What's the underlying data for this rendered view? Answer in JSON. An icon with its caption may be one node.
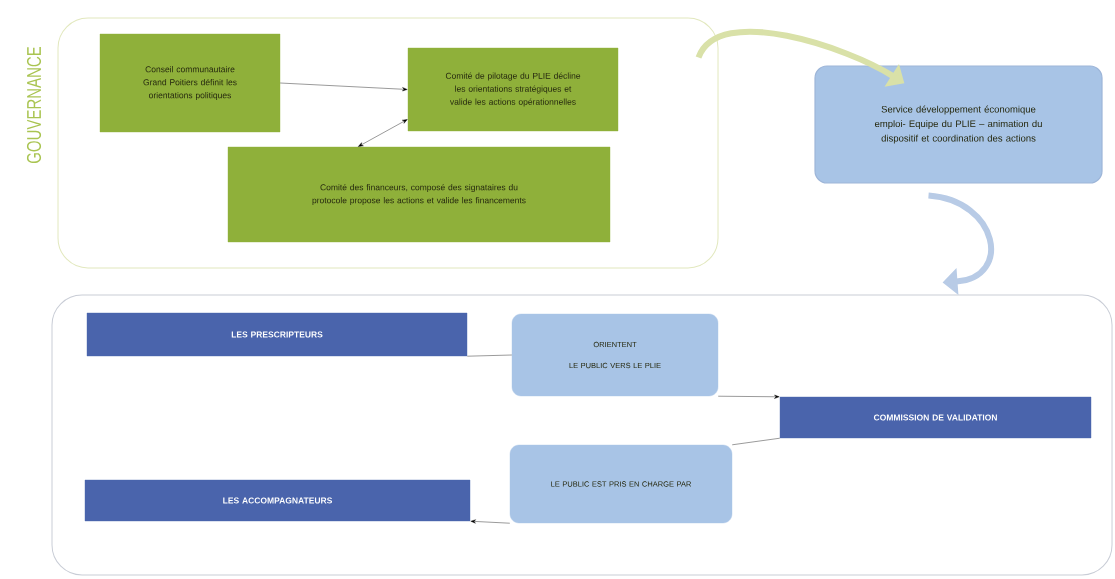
{
  "diagram": {
    "nodes": [
      {
        "text": [
          "GOUVERNANCE"
        ]
      },
      {
        "text": [
          "Conseil communautaire Grand Poitiers définit les orientations politiques"
        ],
        "in": 0
      },
      {
        "text": [
          "Comité de pilotage du PLIE décline les orientations stratégiques et valide les actions opérationnelles"
        ],
        "in": 0
      },
      {
        "text": [
          "Comité des financeurs, composé des signataires du protocole propose les actions et valide les financements"
        ],
        "in": 0
      },
      {
        "text": [
          "Service développement économique emploi- Equipe du PLIE – animation du dispositif et coordination des actions"
        ]
      },
      {
        "text": [],
        "shape": "box"
      },
      {
        "text": [
          "LES PRESCRIPTEURS"
        ],
        "in": 5
      },
      {
        "text": [
          "ORIENTENT",
          "LE PUBLIC VERS LE PLIE"
        ],
        "in": 5
      },
      {
        "text": [
          "COMMISSION DE VALIDATION"
        ],
        "in": 5
      },
      {
        "text": [
          "LE PUBLIC EST PRIS EN CHARGE PAR"
        ],
        "in": 5
      },
      {
        "text": [
          "LES ACCOMPAGNATEURS"
        ],
        "in": 5
      }
    ],
    "edges": [
      {
        "from": 1,
        "to": 2,
        "arrow": "to"
      },
      {
        "from": 3,
        "to": 2,
        "arrow": "both"
      },
      {
        "from": 0,
        "to": 4,
        "arrow": "to",
        "style": "thick",
        "color": "#d9e1a8"
      },
      {
        "from": 4,
        "to": 5,
        "arrow": "to",
        "style": "thick",
        "color": "#b8cbe6"
      },
      {
        "from": 6,
        "to": 7,
        "arrow": "none"
      },
      {
        "from": 7,
        "to": 8,
        "arrow": "to"
      },
      {
        "from": 8,
        "to": 9,
        "arrow": "none"
      },
      {
        "from": 9,
        "to": 10,
        "arrow": "to"
      }
    ]
  }
}
